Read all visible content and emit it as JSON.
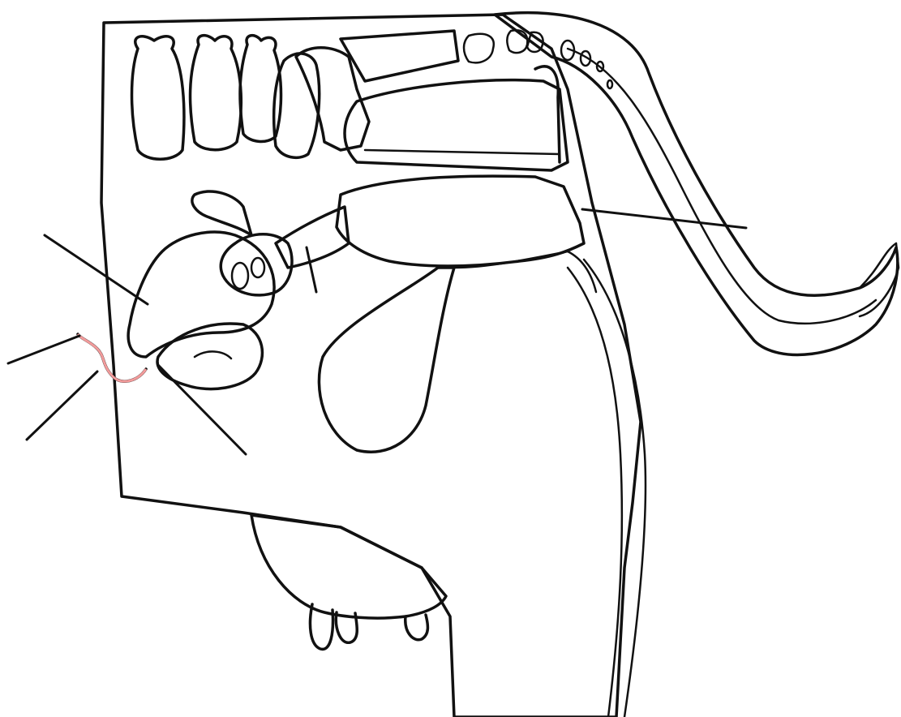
{
  "diagram": {
    "kind": "unlabeled sagittal sketch",
    "colors": {
      "background": "#ffffff",
      "body": "#bcbcbe",
      "organ_dark": "#9d9da0",
      "reproductive_tract": "#f29b9b",
      "reproductive_dark": "#d9777a",
      "outline": "#111111"
    },
    "leader_lines": [
      {
        "name": "leader-line-ovary"
      },
      {
        "name": "leader-line-oviduct-upper"
      },
      {
        "name": "leader-line-oviduct-lower"
      },
      {
        "name": "leader-line-uterine-horn"
      },
      {
        "name": "leader-line-vagina"
      }
    ]
  }
}
